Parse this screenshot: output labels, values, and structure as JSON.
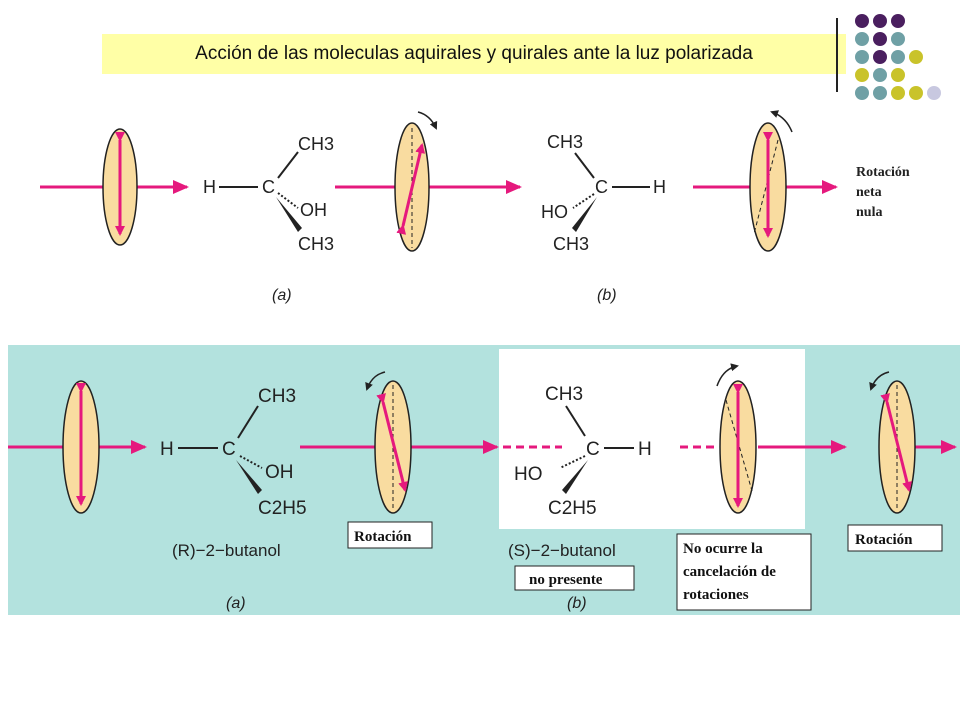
{
  "title": "Acción de las moleculas aquirales y quirales ante la luz polarizada",
  "colors": {
    "accent_magenta": "#e5197d",
    "lens_fill": "#f9dca0",
    "panel_teal": "#b3e2de",
    "title_bg": "#ffffa6",
    "dot_purple": "#4a1f5f",
    "dot_teal": "#6fa0a5",
    "dot_olive": "#c9c32a",
    "dot_lavender": "#c8c8e0"
  },
  "top_panel": {
    "molecule_a": {
      "h": "H",
      "c": "C",
      "ch3_top": "CH3",
      "oh": "OH",
      "ch3_bottom": "CH3",
      "caption": "(a)"
    },
    "molecule_b": {
      "ch3_top": "CH3",
      "c": "C",
      "h": "H",
      "ho": "HO",
      "ch3_bottom": "CH3",
      "caption": "(b)"
    },
    "result_label": [
      "Rotación",
      "neta",
      "nula"
    ]
  },
  "bottom_panel": {
    "molecule_r": {
      "h": "H",
      "c": "C",
      "ch3": "CH3",
      "oh": "OH",
      "c2h5": "C2H5",
      "name": "(R)−2−butanol",
      "caption": "(a)"
    },
    "molecule_s": {
      "ch3": "CH3",
      "c": "C",
      "h": "H",
      "ho": "HO",
      "c2h5": "C2H5",
      "name": "(S)−2−butanol",
      "caption": "(b)"
    },
    "label_rotation_1": "Rotación",
    "label_not_present": "no presente",
    "label_no_cancel": [
      "No ocurre la",
      "cancelación de",
      "rotaciones"
    ],
    "label_rotation_2": "Rotación"
  }
}
